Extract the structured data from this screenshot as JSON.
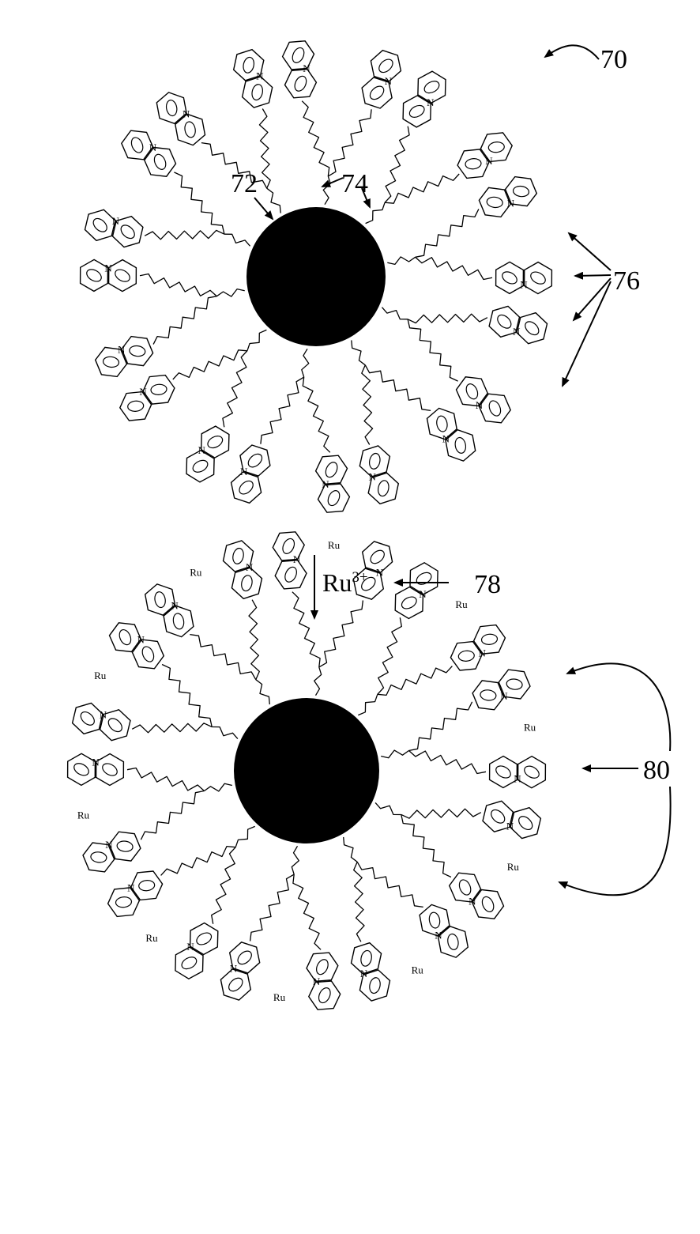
{
  "figure": {
    "labels": {
      "assembly": "70",
      "core": "72",
      "linker": "74",
      "ligand": "76",
      "reagent_ref": "78",
      "complex": "80"
    },
    "reagent": {
      "symbol": "Ru",
      "charge": "3+"
    },
    "atoms": {
      "nitrogen": "N",
      "ruthenium": "Ru"
    },
    "icons": [
      "nanoparticle-core",
      "bipyridine-ligand",
      "alkyl-linker",
      "reaction-arrow"
    ]
  }
}
